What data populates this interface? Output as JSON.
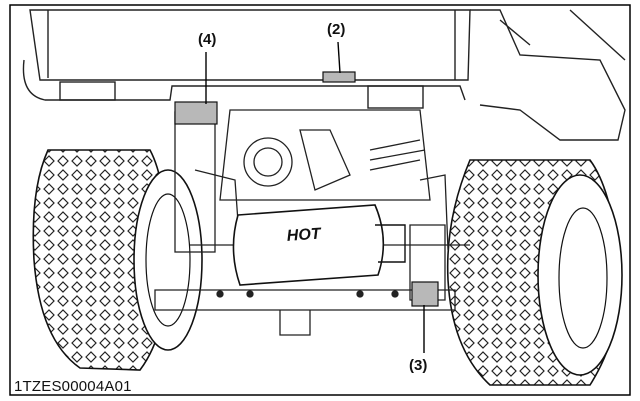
{
  "figure": {
    "callouts": {
      "label_4": "(4)",
      "label_2": "(2)",
      "label_3": "(3)"
    },
    "muffler_text": "HOT",
    "figure_id": "1TZES00004A01"
  }
}
